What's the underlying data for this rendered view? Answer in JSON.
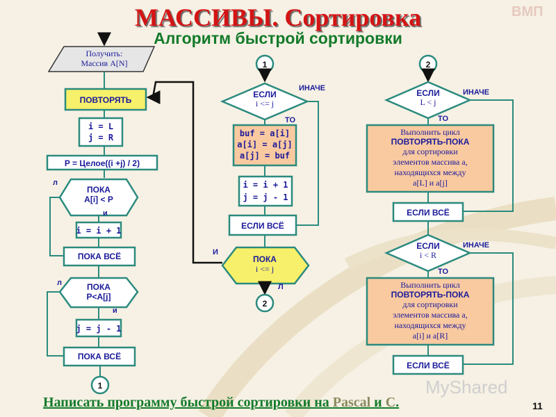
{
  "header": {
    "title": "МАССИВЫ. Сортировка",
    "subtitle": "Алгоритм быстрой сортировки",
    "logo": "ВМП"
  },
  "col1": {
    "input_line1": "Получить:",
    "input_line2": "Массив A[N]",
    "repeat": "ПОВТОРЯТЬ",
    "init_i": "i = L",
    "init_j": "j = R",
    "pivot": "P = Целое((i +j) / 2)",
    "while1_line1": "ПОКА",
    "while1_line2": "A[i] < P",
    "while1_false": "л",
    "while1_true": "и",
    "inc_i": "i = i + 1",
    "endwhile1": "ПОКА ВСЁ",
    "while2_line1": "ПОКА",
    "while2_line2": "P<A[j]",
    "while2_false": "л",
    "while2_true": "и",
    "dec_j": "j = j - 1",
    "endwhile2": "ПОКА ВСЁ",
    "connector_out": "1"
  },
  "col2": {
    "connector_in": "1",
    "if_line1": "ЕСЛИ",
    "if_line2": "i <= j",
    "if_else": "ИНАЧЕ",
    "if_then": "ТО",
    "swap1": "buf = a[i]",
    "swap2": "a[i] = a[j]",
    "swap3": "a[j] = buf",
    "step1": "i = i + 1",
    "step2": "j = j - 1",
    "endif": "ЕСЛИ ВСЁ",
    "loop_true": "И",
    "until_line1": "ПОКА",
    "until_line2": "i <= j",
    "until_false": "Л",
    "connector_out": "2"
  },
  "col3": {
    "connector_in": "2",
    "if1_line1": "ЕСЛИ",
    "if1_line2": "L < j",
    "if1_else": "ИНАЧЕ",
    "if1_then": "ТО",
    "proc1_lines": [
      "Выполнить цикл",
      "ПОВТОРЯТЬ-ПОКА",
      "для  сортировки",
      "элементов массива а,",
      "находящихся между",
      "a[L] и a[j]"
    ],
    "endif1": "ЕСЛИ ВСЁ",
    "if2_line1": "ЕСЛИ",
    "if2_line2": "i < R",
    "if2_else": "ИНАЧЕ",
    "if2_then": "ТО",
    "proc2_lines": [
      "Выполнить цикл",
      "ПОВТОРЯТЬ-ПОКА",
      "для  сортировки",
      "элементов массива а,",
      "находящихся между",
      "a[i] и a[R]"
    ],
    "endif2": "ЕСЛИ ВСЁ"
  },
  "footer": {
    "text_prefix": "Написать программу быстрой сортировки на",
    "lang1": "Pascal",
    "joiner": "и",
    "lang2": "C",
    "suffix": "."
  },
  "watermark": "MyShared",
  "page_number": "11",
  "colors": {
    "title": "#d41414",
    "subtitle": "#137a2a",
    "box_border": "#2b8a7e",
    "yellow_fill": "#f7f06a",
    "orange_fill": "#f9c9a0",
    "text_blue": "#1b1b9a"
  }
}
